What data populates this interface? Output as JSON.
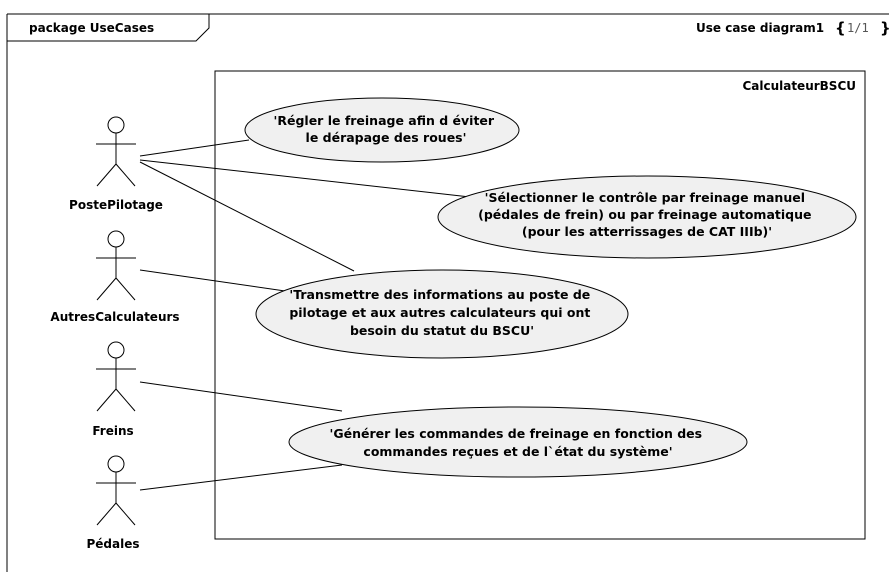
{
  "frame": {
    "package_label": "package UseCases",
    "diagram_name": "Use case diagram1",
    "page_open": "{",
    "page_indicator": "1/1",
    "page_close": "}"
  },
  "system": {
    "name": "CalculateurBSCU"
  },
  "actors": [
    {
      "label": "PostePilotage"
    },
    {
      "label": "AutresCalculateurs"
    },
    {
      "label": "Freins"
    },
    {
      "label": "Pédales"
    }
  ],
  "use_cases": [
    {
      "lines": [
        "'Régler le freinage afin d éviter",
        "le dérapage des roues'"
      ]
    },
    {
      "lines": [
        "'Sélectionner le contrôle par freinage manuel",
        "(pédales de frein) ou par freinage automatique",
        "(pour les atterrissages de CAT IIIb)'"
      ]
    },
    {
      "lines": [
        "'Transmettre des informations au poste de",
        "pilotage et aux autres calculateurs qui ont",
        "besoin du statut du BSCU'"
      ]
    },
    {
      "lines": [
        "'Générer les commandes de freinage en fonction des",
        "commandes reçues et de l`état du système'"
      ]
    }
  ],
  "colors": {
    "use_case_fill": "#f0f0f0",
    "stroke": "#000000",
    "page_indicator": "#555555"
  }
}
